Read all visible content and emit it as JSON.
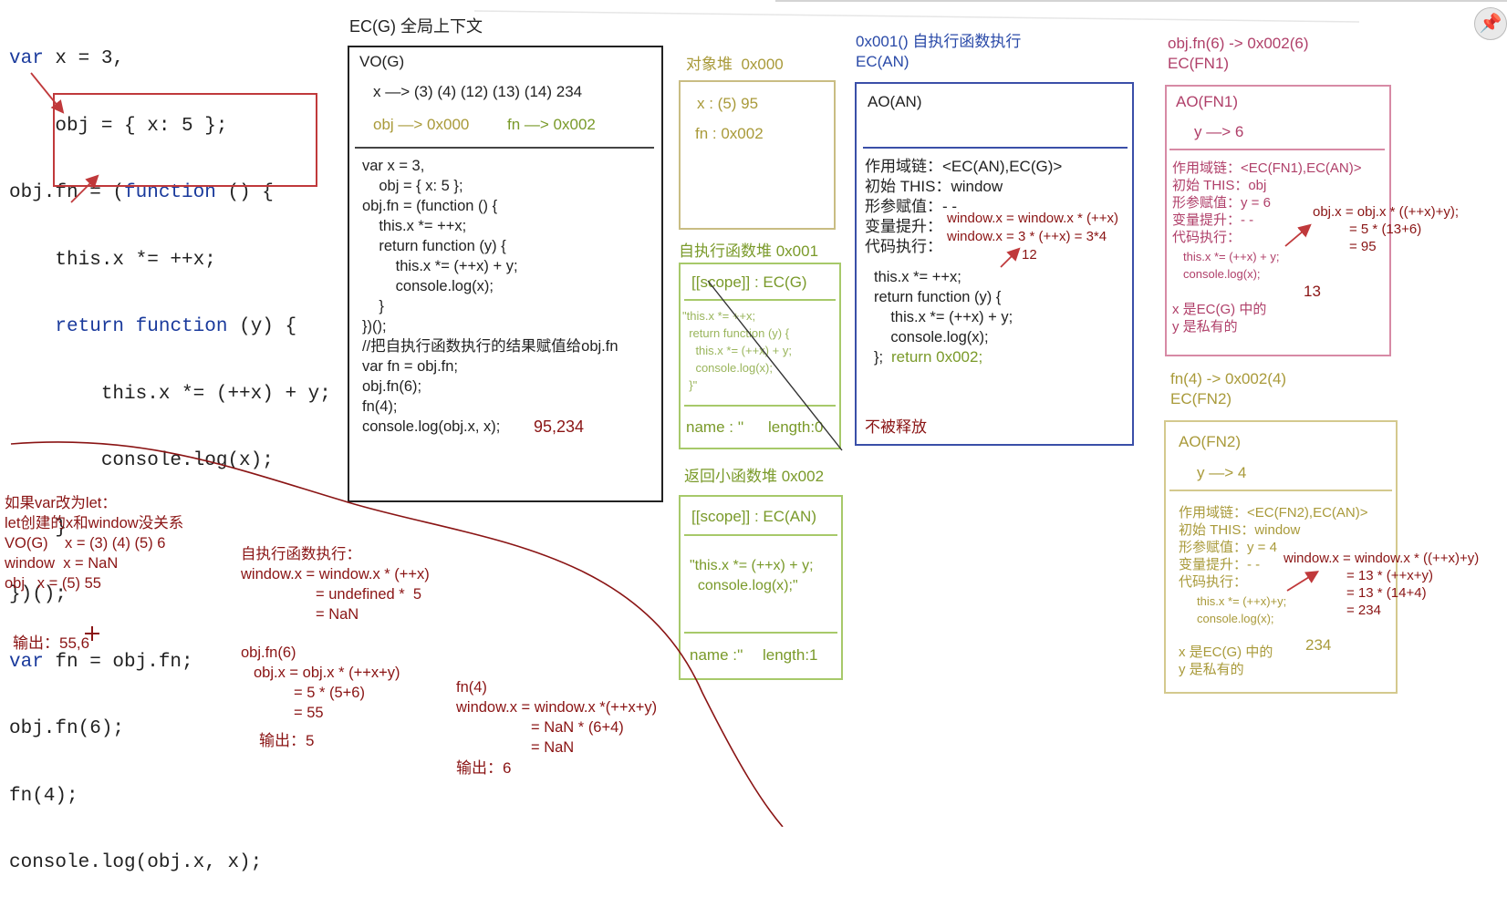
{
  "code_left": [
    "var x = 3,",
    "    obj = { x: 5 };",
    "obj.fn = (function () {",
    "    this.x *= ++x;",
    "    return function (y) {",
    "        this.x *= (++x) + y;",
    "        console.log(x);",
    "    }",
    "})();",
    "var fn = obj.fn;",
    "obj.fn(6);",
    "fn(4);",
    "console.log(obj.x, x);"
  ],
  "ecg": {
    "heading": "EC(G) 全局上下文",
    "vo_title": "VO(G)",
    "vo_x": "x —> (3) (4) (12) (13) (14) 234",
    "vo_obj": "obj —> 0x000",
    "vo_fn": "fn —> 0x002",
    "code_lines": [
      "var x = 3,",
      "    obj = { x: 5 };",
      "obj.fn = (function () {",
      "    this.x *= ++x;",
      "    return function (y) {",
      "        this.x *= (++x) + y;",
      "        console.log(x);",
      "    }",
      "})();",
      "//把自执行函数执行的结果赋值给obj.fn",
      "var fn = obj.fn;",
      "obj.fn(6);",
      "fn(4);",
      "console.log(obj.x, x);"
    ],
    "result": "95,234"
  },
  "heap_obj": {
    "title": "对象堆  0x000",
    "x_line": "x : (5) 95",
    "fn_line": "fn : 0x002"
  },
  "heap_fn1": {
    "title": "自执行函数堆 0x001",
    "scope": "[[scope]] : EC(G)",
    "code": [
      "\"this.x *= ++x;",
      "  return function (y) {",
      "    this.x *= (++x) + y;",
      "    console.log(x);",
      "  }\""
    ],
    "name": "name : ''",
    "length": "length:0"
  },
  "heap_fn2": {
    "title": "返回小函数堆 0x002",
    "scope": "[[scope]] : EC(AN)",
    "code": [
      "\"this.x *= (++x) + y;",
      "  console.log(x);\""
    ],
    "name": "name :''",
    "length": "length:1"
  },
  "ec_an": {
    "heading1": "0x001() 自执行函数执行",
    "heading2": "EC(AN)",
    "ao": "AO(AN)",
    "scope_chain": "作用域链：<EC(AN),EC(G)>",
    "this_line": "初始 THIS：window",
    "params": "形参赋值：- -",
    "hoist": "变量提升：",
    "exec": "代码执行：",
    "calc1": "window.x = window.x * (++x)",
    "calc2": "window.x = 3 * (++x) = 3*4",
    "calc3": "12",
    "code": [
      "this.x *= ++x;",
      "return function (y) {",
      "    this.x *= (++x) + y;",
      "    console.log(x);",
      "};"
    ],
    "return_text": "return 0x002;",
    "not_released": "不被释放"
  },
  "ec_fn1": {
    "heading1": "obj.fn(6) -> 0x002(6)",
    "heading2": "EC(FN1)",
    "ao": "AO(FN1)",
    "y": "y —> 6",
    "scope_chain": "作用域链：<EC(FN1),EC(AN)>",
    "this_line": "初始 THIS：obj",
    "params": "形参赋值：y = 6",
    "hoist": "变量提升：- -",
    "exec": "代码执行：",
    "code": [
      "this.x *= (++x) + y;",
      "console.log(x);"
    ],
    "out": "13",
    "note1": "x 是EC(G) 中的",
    "note2": "y 是私有的",
    "calc": [
      "obj.x = obj.x * ((++x)+y);",
      "= 5 * (13+6)",
      "= 95"
    ]
  },
  "ec_fn2": {
    "heading1": "fn(4) -> 0x002(4)",
    "heading2": "EC(FN2)",
    "ao": "AO(FN2)",
    "y": "y —> 4",
    "scope_chain": "作用域链：<EC(FN2),EC(AN)>",
    "this_line": "初始 THIS：window",
    "params": "形参赋值：y = 4",
    "hoist": "变量提升：- -",
    "exec": "代码执行：",
    "code": [
      "this.x *= (++x)+y;",
      "console.log(x);"
    ],
    "out": "234",
    "note1": "x 是EC(G) 中的",
    "note2": "y 是私有的",
    "calc": [
      "window.x = window.x * ((++x)+y)",
      "= 13 * (++x+y)",
      "= 13 * (14+4)",
      "= 234"
    ]
  },
  "let_note": {
    "lines": [
      "如果var改为let：",
      "let创建的x和window没关系",
      "VO(G)    x = (3) (4) (5) 6",
      "window  x = NaN",
      "obj   x = (5) 55"
    ],
    "output": "输出：55,6"
  },
  "note_self": {
    "lines": [
      "自执行函数执行：",
      "window.x = window.x * (++x)",
      "= undefined *  5",
      "= NaN"
    ]
  },
  "note_objfn": {
    "lines": [
      "obj.fn(6)",
      "obj.x = obj.x * (++x+y)",
      "= 5 * (5+6)",
      "= 55"
    ],
    "output": "输出：5"
  },
  "note_fn4": {
    "lines": [
      "fn(4)",
      "window.x = window.x *(++x+y)",
      "= NaN * (6+4)",
      "= NaN"
    ],
    "output": "输出：6"
  },
  "colors": {
    "dark_red": "#8a1414",
    "green": "#7a9a2a",
    "olive": "#a99a3a",
    "blue": "#2a4aa8",
    "pink": "#b0406a",
    "code_keyword": "#1a3a9c"
  },
  "icons": {
    "pin": "pin-icon"
  }
}
